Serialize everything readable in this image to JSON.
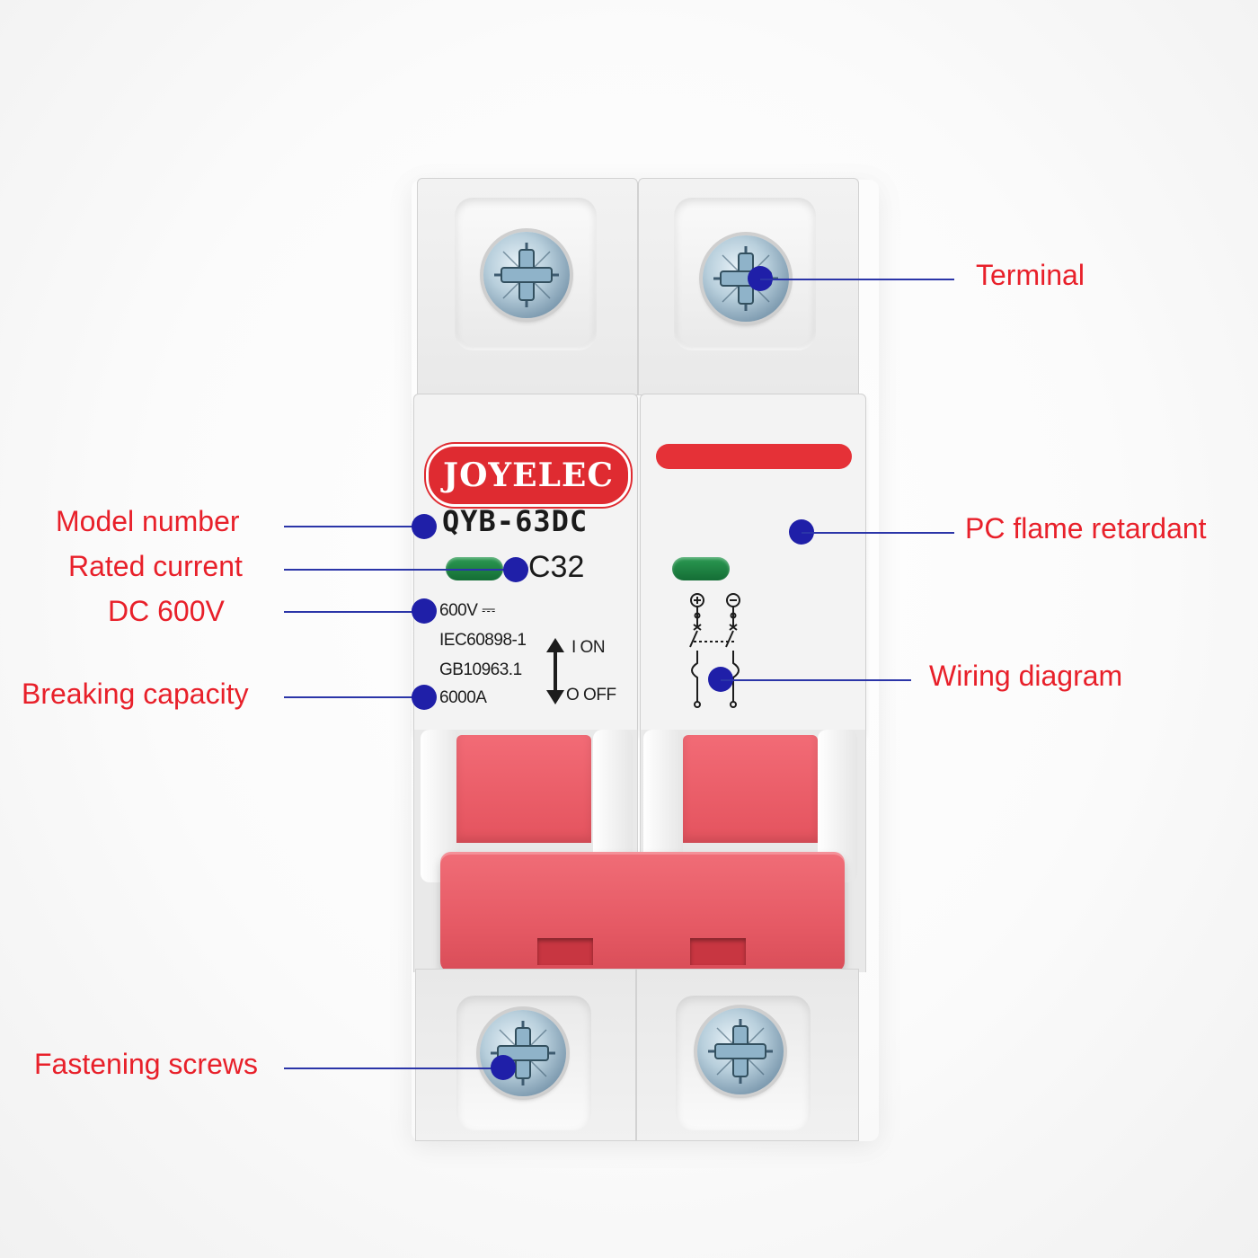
{
  "product": {
    "brand": "JOYELEC",
    "model": "QYB-63DC",
    "rating": "C32",
    "voltage": "600V ⎓",
    "standard_1": "IEC60898-1",
    "standard_2": "GB10963.1",
    "breaking": "6000A",
    "on_label": "I  ON",
    "off_label": "O OFF"
  },
  "callouts": {
    "terminal": "Terminal",
    "model_number": "Model number",
    "rated_current": "Rated current",
    "dc_voltage": "DC 600V",
    "breaking_capacity": "Breaking capacity",
    "pc_flame": "PC flame retardant",
    "wiring": "Wiring diagram",
    "fastening": "Fastening screws"
  },
  "colors": {
    "label_red": "#e8202a",
    "line_blue": "#2b35a8",
    "dot_blue": "#1f1fa8",
    "toggle_red": "#e65a65",
    "led_green": "#1f8a45"
  },
  "icons": {
    "screw": "screw-icon",
    "arrow": "up-down-arrow-icon",
    "wiring": "wiring-diagram-icon"
  }
}
